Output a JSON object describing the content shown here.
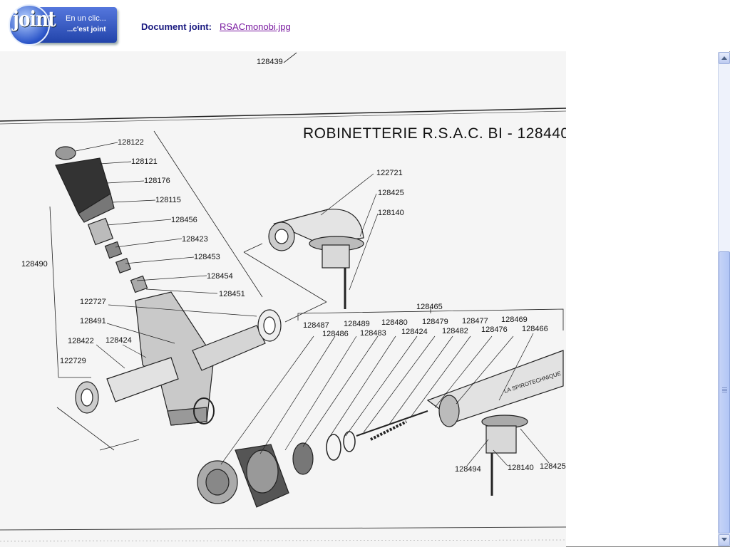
{
  "header": {
    "logo": {
      "word": "joint",
      "line1": "En un clic...",
      "line2": "...c'est joint"
    },
    "document_label": "Document joint:",
    "document_link": "RSACmonobi.jpg"
  },
  "drawing": {
    "title": "ROBINETTERIE R.S.A.C. BI - 128440",
    "top_label": "128439",
    "labels": {
      "l128122": "128122",
      "l128121": "128121",
      "l128176": "128176",
      "l128115": "128115",
      "l128456": "128456",
      "l128423": "128423",
      "l128453": "128453",
      "l128454": "128454",
      "l128451": "128451",
      "l128490": "128490",
      "l122727": "122727",
      "l128491": "128491",
      "l128422": "128422",
      "l128424a": "128424",
      "l122729": "122729",
      "l122721": "122721",
      "l128425a": "128425",
      "l128140a": "128140",
      "l128465": "128465",
      "l128487": "128487",
      "l128489": "128489",
      "l128480": "128480",
      "l128479": "128479",
      "l128477": "128477",
      "l128469": "128469",
      "l128486": "128486",
      "l128483": "128483",
      "l128424b": "128424",
      "l128482": "128482",
      "l128476": "128476",
      "l128466": "128466",
      "l128494": "128494",
      "l128140b": "128140",
      "l128425b": "128425"
    },
    "engraving": "LA SPIROTECHNIQUE"
  },
  "colors": {
    "link": "#7a1aa0",
    "label": "#1a1a80",
    "logo_blue": "#2b55c9"
  }
}
